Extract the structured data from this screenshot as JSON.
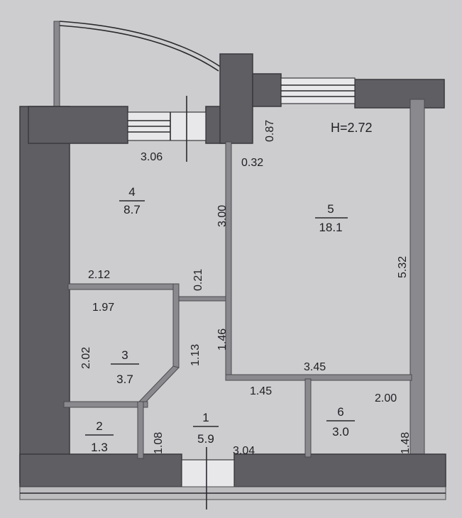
{
  "plan": {
    "ceiling_height": "H=2.72",
    "rooms": [
      {
        "number": "1",
        "area": "5.9"
      },
      {
        "number": "2",
        "area": "1.3"
      },
      {
        "number": "3",
        "area": "3.7"
      },
      {
        "number": "4",
        "area": "8.7"
      },
      {
        "number": "5",
        "area": "18.1"
      },
      {
        "number": "6",
        "area": "3.0"
      }
    ],
    "dimensions": [
      "3.06",
      "0.87",
      "0.32",
      "3.00",
      "2.12",
      "0.21",
      "1.97",
      "2.02",
      "1.13",
      "1.46",
      "5.32",
      "3.45",
      "1.45",
      "2.00",
      "1.08",
      "3.04",
      "1.48"
    ]
  }
}
